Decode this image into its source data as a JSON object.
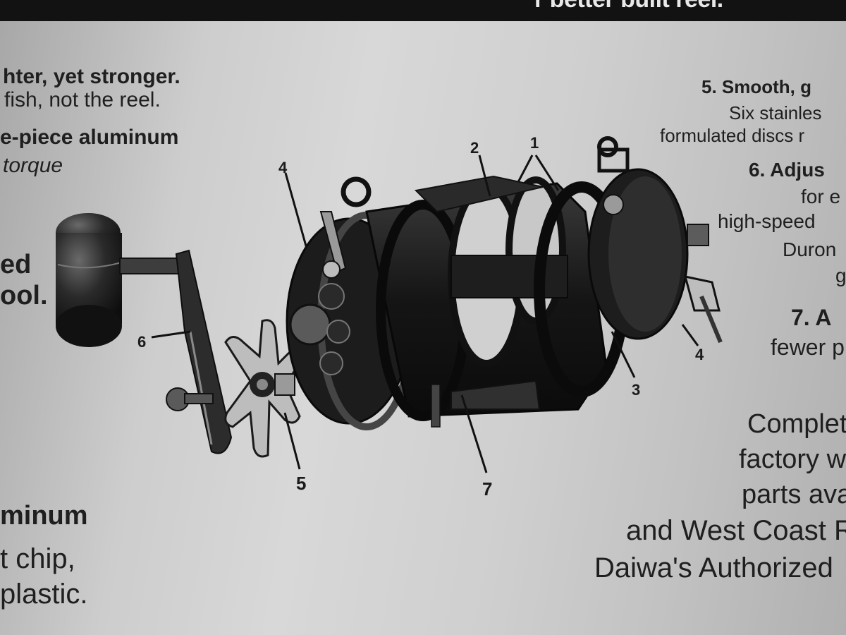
{
  "banner": {
    "text": "r better built reel."
  },
  "left_text": {
    "line1": "hter, yet stronger.",
    "line2": "fish, not the reel.",
    "line3": "e-piece aluminum",
    "line4": "torque",
    "line5": "ed",
    "line6": "ool.",
    "line7": "minum",
    "line8": "t chip,",
    "line9": "plastic."
  },
  "right_text": {
    "h5": "5.  Smooth, g",
    "l5a": "Six stainles",
    "l5b": "formulated discs r",
    "h6": "6.  Adjus",
    "l6a": "for e",
    "l6b": "high-speed",
    "l6c": "Duron",
    "l6d": "g",
    "h7": "7.  A",
    "l7a": "fewer p",
    "p1": "Complet",
    "p2": "factory w",
    "p3": "parts ava",
    "p4": "and West Coast R",
    "p5": "Daiwa's Authorized"
  },
  "callouts": {
    "c1": "1",
    "c2": "2",
    "c3": "3",
    "c4a": "4",
    "c4b": "4",
    "c5": "5",
    "c6": "6",
    "c7": "7"
  }
}
